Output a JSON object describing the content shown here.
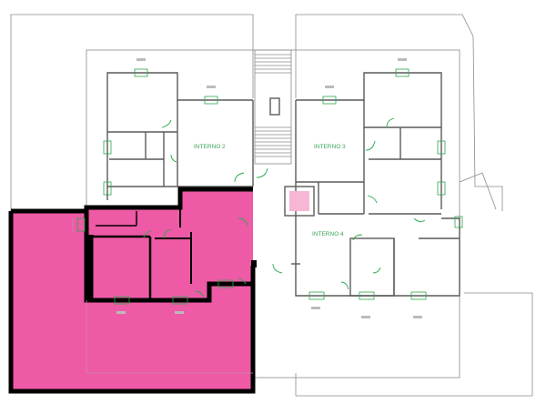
{
  "rooms": {
    "interno2": "INTERNO 2",
    "interno3": "INTERNO 3",
    "interno4": "INTERNO 4"
  },
  "colors": {
    "highlight": "#ee5aa6",
    "wall": "#5a5a5a",
    "door": "#2aa84a",
    "outline": "#8a8a8a"
  }
}
